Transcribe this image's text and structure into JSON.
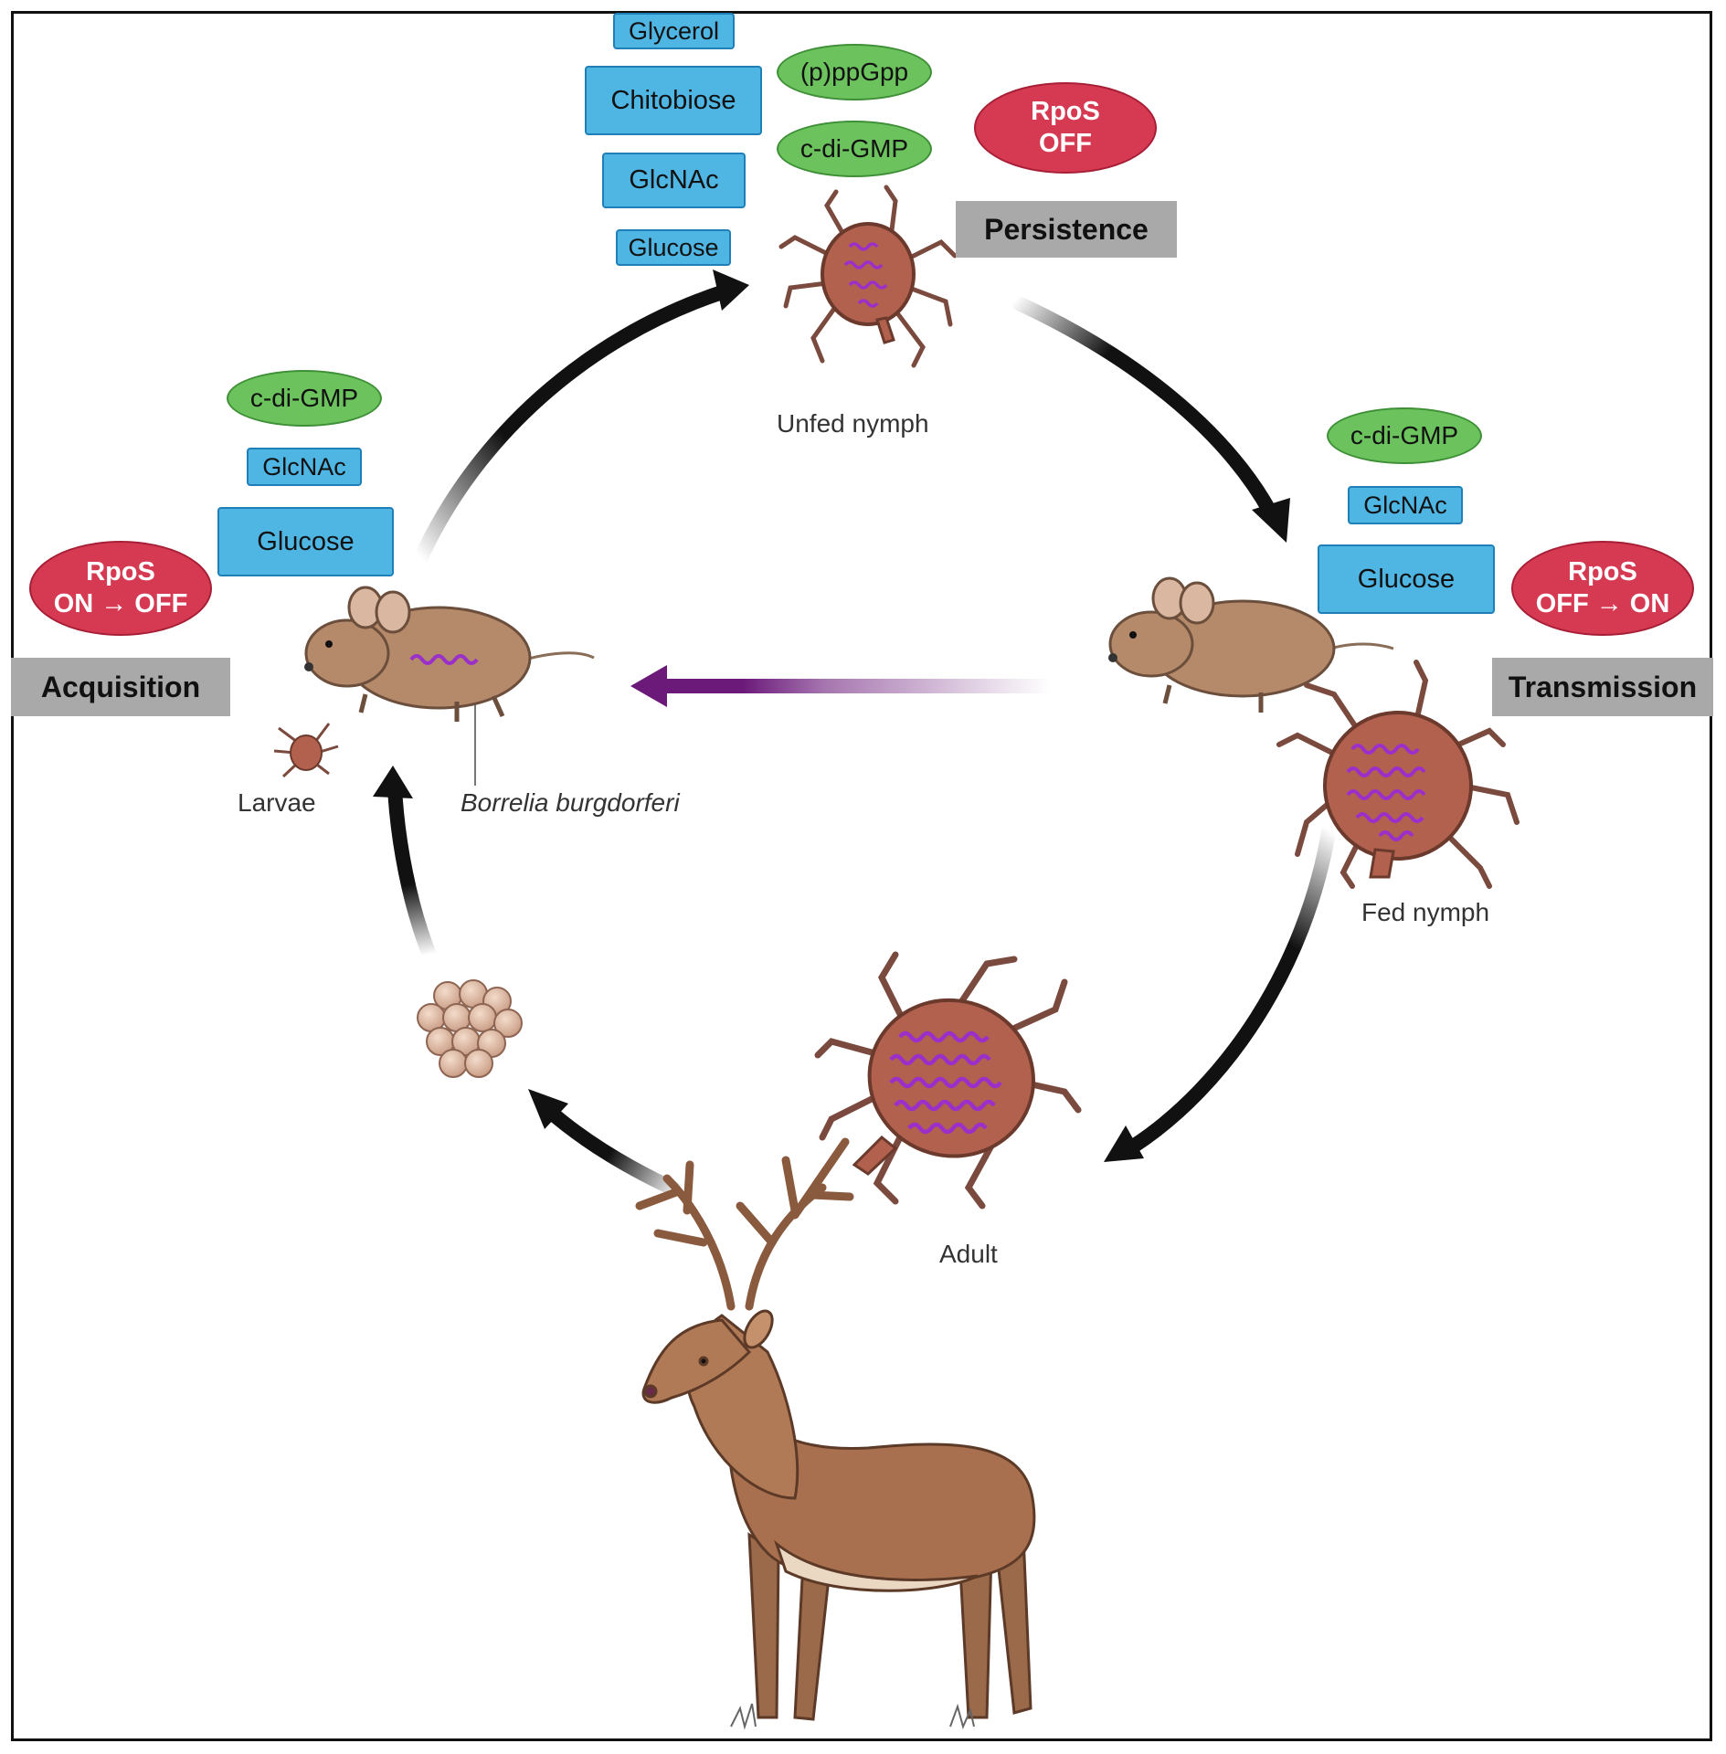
{
  "stages": {
    "acquisition": "Acquisition",
    "persistence": "Persistence",
    "transmission": "Transmission"
  },
  "persistence_molecules": {
    "glycerol": "Glycerol",
    "chitobiose": "Chitobiose",
    "glcnac": "GlcNAc",
    "glucose": "Glucose",
    "ppgpp": "(p)ppGpp",
    "cdigmp": "c-di-GMP",
    "rpos_line1": "RpoS",
    "rpos_line2": "OFF"
  },
  "acquisition_molecules": {
    "cdigmp": "c-di-GMP",
    "glcnac": "GlcNAc",
    "glucose": "Glucose",
    "rpos_line1": "RpoS",
    "rpos_line2": "ON → OFF"
  },
  "transmission_molecules": {
    "cdigmp": "c-di-GMP",
    "glcnac": "GlcNAc",
    "glucose": "Glucose",
    "rpos_line1": "RpoS",
    "rpos_line2": "OFF → ON"
  },
  "labels": {
    "unfed_nymph": "Unfed nymph",
    "fed_nymph": "Fed nymph",
    "larvae": "Larvae",
    "adult": "Adult",
    "borrelia": "Borrelia burgdorferi"
  },
  "colors": {
    "molecule_blue": "#4fb6e4",
    "molecule_green": "#6cc35e",
    "rpos_red": "#d63a52",
    "stage_gray": "#a9a9a9",
    "tick_body": "#b2614f",
    "spirochete": "#9b2fc9",
    "mouse": "#b58a6a",
    "deer": "#a8704f",
    "arrow": "#111111",
    "transfer_arrow": "#6b1a7a"
  }
}
